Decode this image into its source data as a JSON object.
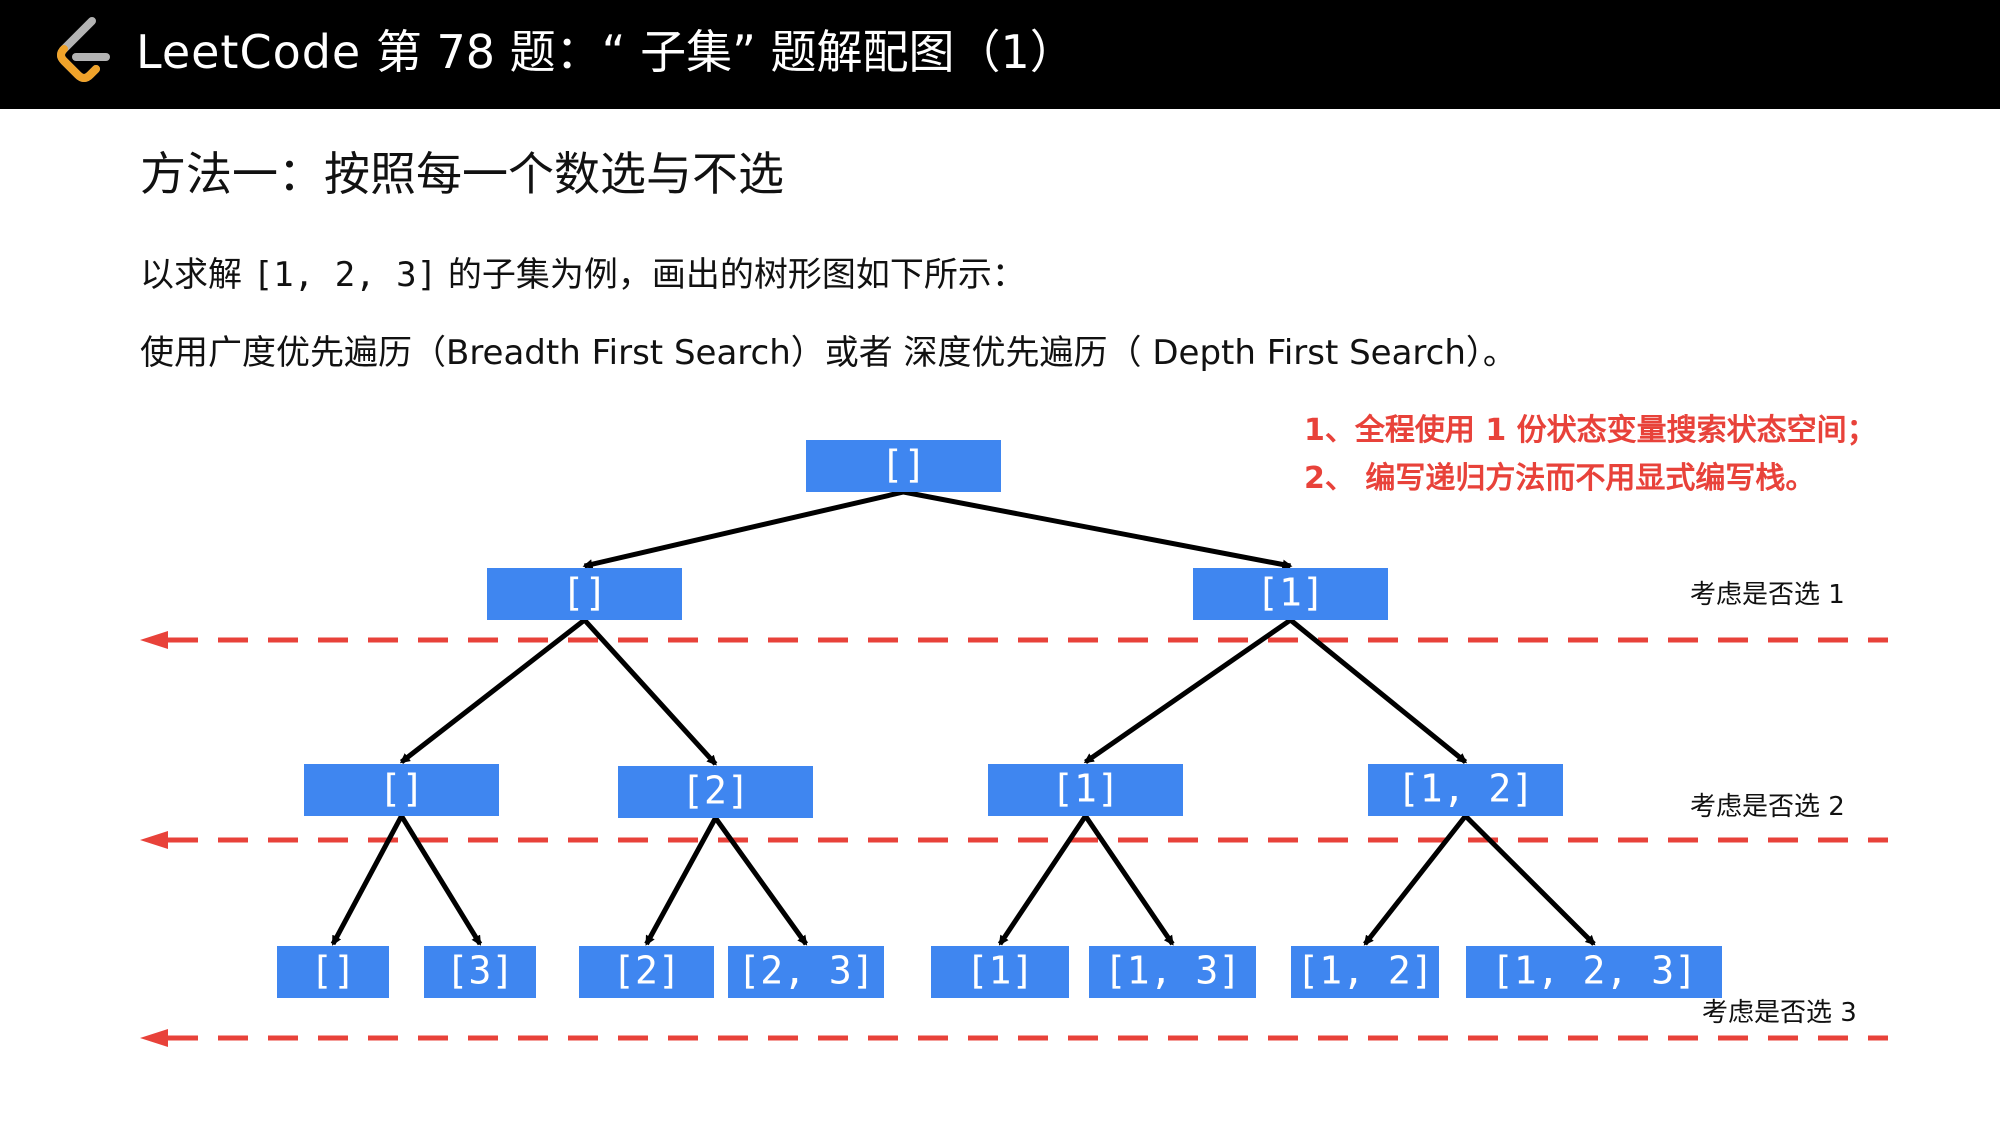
{
  "header": {
    "brand": "LeetCode",
    "title": "第 78 题：“ 子集” 题解配图（1）"
  },
  "heading": "方法一：按照每一个数选与不选",
  "paragraph1": {
    "prefix": "以求解 ",
    "code": "[1, 2, 3]",
    "suffix": " 的子集为例，画出的树形图如下所示："
  },
  "paragraph2": "使用广度优先遍历（Breadth First Search）或者 深度优先遍历（ Depth First Search）。",
  "notes": [
    "1、全程使用 1 份状态变量搜索状态空间；",
    "2、 编写递归方法而不用显式编写栈。"
  ],
  "levels": [
    "考虑是否选 1",
    "考虑是否选 2",
    "考虑是否选 3"
  ],
  "colors": {
    "node_fill": "#3f86f0",
    "dashed_line": "#e8423a",
    "note_text": "#e8423a",
    "edge": "#000000",
    "logo_black": "#b3b3b3",
    "logo_orange": "#f0a32a"
  },
  "tree": {
    "nodes": [
      {
        "id": "root",
        "label": "[]"
      },
      {
        "id": "a",
        "label": "[]",
        "parent": "root"
      },
      {
        "id": "b",
        "label": "[1]",
        "parent": "root"
      },
      {
        "id": "aa",
        "label": "[]",
        "parent": "a"
      },
      {
        "id": "ab",
        "label": "[2]",
        "parent": "a"
      },
      {
        "id": "ba",
        "label": "[1]",
        "parent": "b"
      },
      {
        "id": "bb",
        "label": "[1, 2]",
        "parent": "b"
      },
      {
        "id": "aaa",
        "label": "[]",
        "parent": "aa"
      },
      {
        "id": "aab",
        "label": "[3]",
        "parent": "aa"
      },
      {
        "id": "aba",
        "label": "[2]",
        "parent": "ab"
      },
      {
        "id": "abb",
        "label": "[2, 3]",
        "parent": "ab"
      },
      {
        "id": "baa",
        "label": "[1]",
        "parent": "ba"
      },
      {
        "id": "bab",
        "label": "[1, 3]",
        "parent": "ba"
      },
      {
        "id": "bba",
        "label": "[1, 2]",
        "parent": "bb"
      },
      {
        "id": "bbb",
        "label": "[1, 2, 3]",
        "parent": "bb"
      }
    ]
  }
}
